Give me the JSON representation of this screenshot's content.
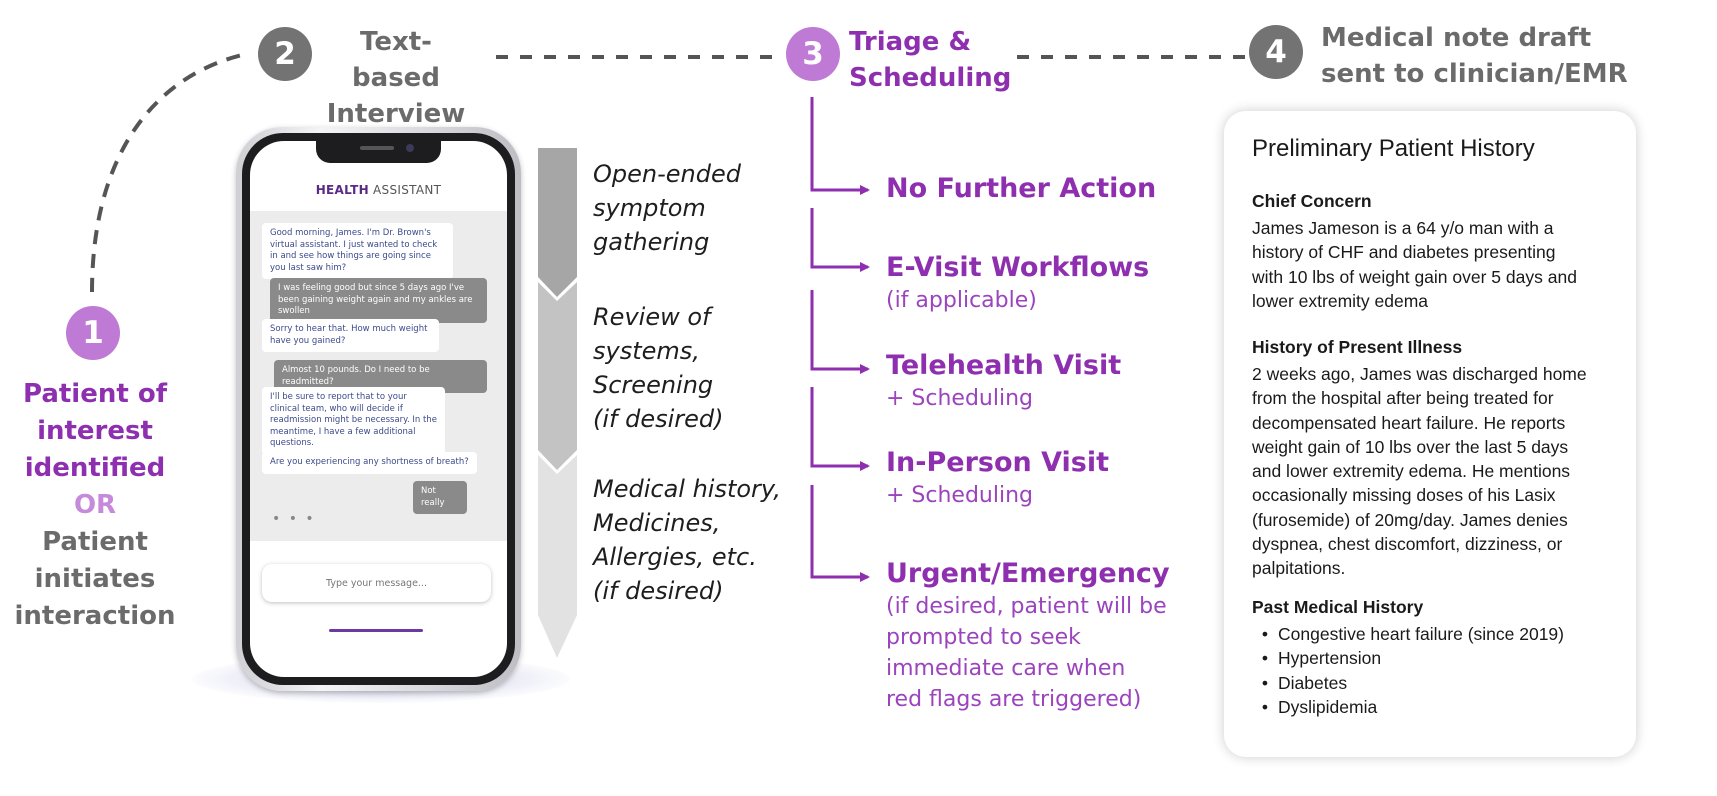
{
  "steps": [
    {
      "number": "1",
      "color": "#bf7ad6"
    },
    {
      "number": "2",
      "label_lines": [
        "Text-based",
        "Interview"
      ],
      "color": "#737373"
    },
    {
      "number": "3",
      "label_lines": [
        "Triage &",
        "Scheduling"
      ],
      "color": "#bf7ad6"
    },
    {
      "number": "4",
      "label_lines": [
        "Medical note draft",
        "sent to clinician/EMR"
      ],
      "color": "#737373"
    }
  ],
  "start": {
    "purple_lines": [
      "Patient of",
      "interest",
      "identified"
    ],
    "or": "OR",
    "gray_lines": [
      "Patient",
      "initiates",
      "interaction"
    ]
  },
  "phone": {
    "title_bold": "HEALTH",
    "title_rest": " ASSISTANT",
    "messages": [
      {
        "from": "assistant",
        "text": "Good morning, James. I'm Dr. Brown's virtual assistant. I just wanted to check in and see how things are going since you last saw him?"
      },
      {
        "from": "patient",
        "text": "I was feeling good but since 5 days ago I've been gaining weight again and my ankles are swollen"
      },
      {
        "from": "assistant",
        "text": "Sorry to hear that. How much weight have you gained?"
      },
      {
        "from": "patient",
        "text": "Almost 10 pounds. Do I need to be readmitted?"
      },
      {
        "from": "assistant",
        "text": "I'll be sure to report that to your clinical team, who will decide if readmission might be necessary. In the meantime, I have a few additional questions."
      },
      {
        "from": "assistant",
        "text": "Are you experiencing any shortness of breath?"
      },
      {
        "from": "patient",
        "text": "Not really"
      }
    ],
    "typing": "• • •",
    "input_placeholder": "Type your message..."
  },
  "phases": [
    {
      "lines": [
        "Open-ended",
        "symptom",
        "gathering"
      ]
    },
    {
      "lines": [
        "Review of",
        "systems,",
        "Screening"
      ],
      "note": "(if desired)"
    },
    {
      "lines": [
        "Medical history,",
        "Medicines,",
        "Allergies, etc."
      ],
      "note": "(if desired)"
    }
  ],
  "outcomes": [
    {
      "title": "No Further Action",
      "sub": []
    },
    {
      "title": "E-Visit Workflows",
      "sub": [
        "(if applicable)"
      ]
    },
    {
      "title": "Telehealth Visit",
      "sub": [
        "+ Scheduling"
      ]
    },
    {
      "title": "In-Person Visit",
      "sub": [
        "+ Scheduling"
      ]
    },
    {
      "title": "Urgent/Emergency",
      "sub": [
        "(if desired, patient will be",
        "prompted to seek",
        "immediate care when",
        "red flags are triggered)"
      ]
    }
  ],
  "note": {
    "title": "Preliminary Patient History",
    "sections": [
      {
        "heading": "Chief Concern",
        "lines": [
          "James Jameson is a 64 y/o man with a",
          "history of CHF and diabetes presenting",
          "with 10 lbs of weight gain over 5 days and",
          "lower extremity edema"
        ]
      },
      {
        "heading": "History of Present Illness",
        "lines": [
          "2 weeks ago, James was discharged home",
          "from the hospital after being treated for",
          "decompensated heart failure. He reports",
          "weight gain of 10 lbs over the last 5 days",
          "and lower extremity edema. He mentions",
          "occasionally missing doses of his Lasix",
          "(furosemide) of 20mg/day. James denies",
          "dyspnea, chest discomfort, dizziness, or",
          "palpitations."
        ]
      },
      {
        "heading": "Past Medical History",
        "bullets": [
          "Congestive heart failure (since 2019)",
          "Hypertension",
          "Diabetes",
          "Dyslipidemia"
        ]
      }
    ]
  },
  "colors": {
    "purple": "#8e2fb0",
    "light_purple": "#bf7ad6",
    "gray": "#6b6b6b",
    "dashed": "#555555"
  }
}
